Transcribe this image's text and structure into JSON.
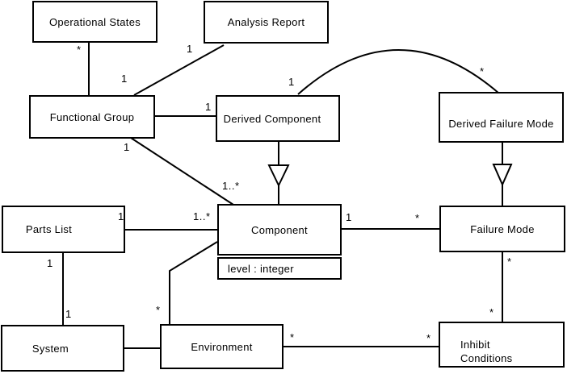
{
  "diagram": {
    "type": "uml-class-diagram",
    "background": "#ffffff",
    "stroke_color": "#000000",
    "text_color": "#000000",
    "classes": {
      "operational_states": {
        "label": "Operational States"
      },
      "analysis_report": {
        "label": "Analysis Report"
      },
      "functional_group": {
        "label": "Functional Group"
      },
      "derived_component": {
        "label": "Derived Component"
      },
      "derived_failure_mode": {
        "label": "Derived Failure Mode"
      },
      "parts_list": {
        "label": "Parts List"
      },
      "component": {
        "label": "Component",
        "attributes": [
          "level : integer"
        ]
      },
      "failure_mode": {
        "label": "Failure Mode"
      },
      "system": {
        "label": "System"
      },
      "environment": {
        "label": "Environment"
      },
      "inhibit_conditions": {
        "label": "Inhibit\nConditions"
      }
    },
    "associations": [
      {
        "from": "Operational States",
        "to": "Functional Group",
        "type": "association",
        "from_mult": "*",
        "to_mult": "1"
      },
      {
        "from": "Analysis Report",
        "to": "Functional Group",
        "type": "association",
        "from_mult": "1"
      },
      {
        "from": "Functional Group",
        "to": "Derived Component",
        "type": "association",
        "to_mult": "1"
      },
      {
        "from": "Functional Group",
        "to": "Component",
        "type": "association",
        "from_mult": "1",
        "to_mult": "1..*"
      },
      {
        "from": "Derived Component",
        "to": "Derived Failure Mode",
        "type": "association",
        "from_mult": "1",
        "to_mult": "*"
      },
      {
        "from": "Derived Component",
        "to": "Component",
        "type": "generalization"
      },
      {
        "from": "Derived Failure Mode",
        "to": "Failure Mode",
        "type": "generalization"
      },
      {
        "from": "Parts List",
        "to": "Component",
        "type": "association",
        "from_mult": "1",
        "to_mult": "1..*"
      },
      {
        "from": "Parts List",
        "to": "System",
        "type": "association",
        "from_mult": "1",
        "to_mult": "1"
      },
      {
        "from": "Component",
        "to": "Failure Mode",
        "type": "association",
        "from_mult": "1",
        "to_mult": "*"
      },
      {
        "from": "Failure Mode",
        "to": "Inhibit Conditions",
        "type": "association",
        "from_mult": "*",
        "to_mult": "*"
      },
      {
        "from": "System",
        "to": "Environment",
        "type": "association"
      },
      {
        "from": "Environment",
        "to": "Component",
        "type": "association",
        "from_mult": "*"
      },
      {
        "from": "Environment",
        "to": "Inhibit Conditions",
        "type": "association",
        "from_mult": "*",
        "to_mult": "*"
      }
    ]
  }
}
